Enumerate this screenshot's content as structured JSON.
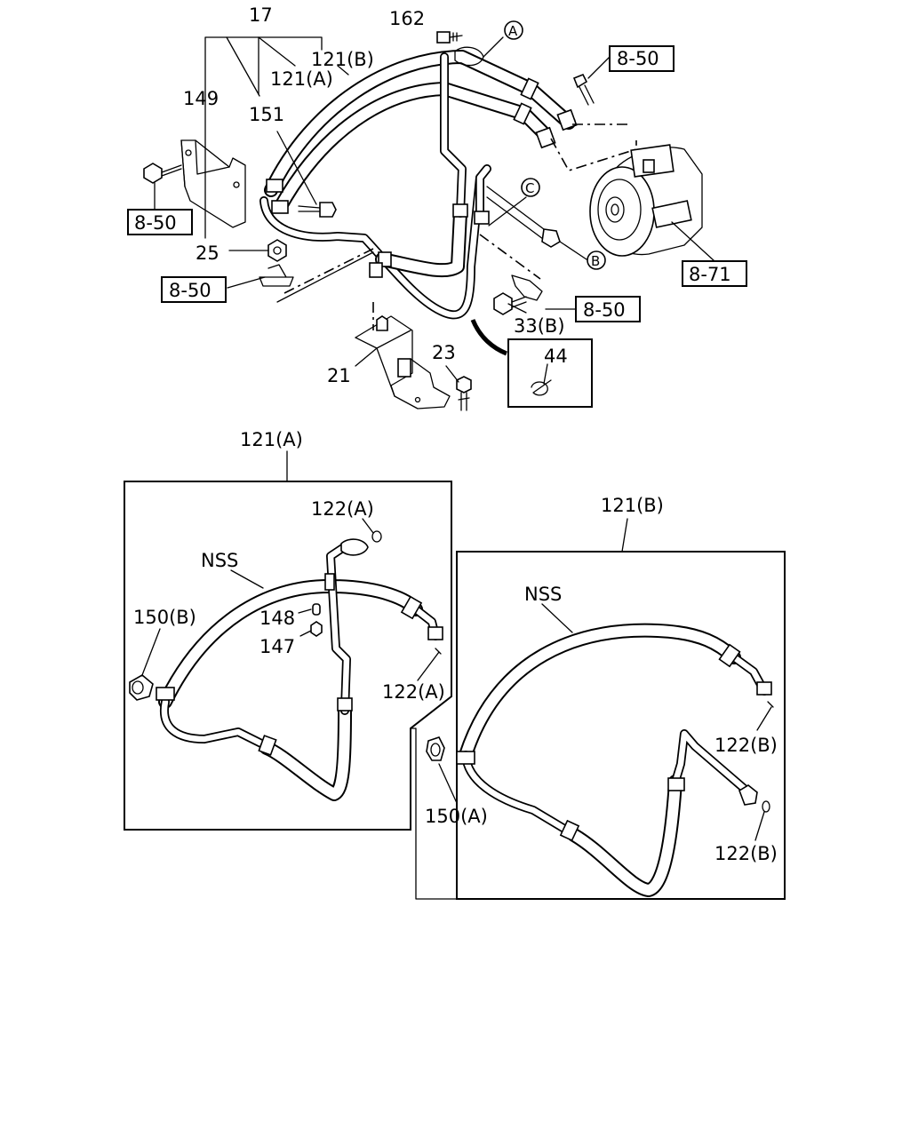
{
  "labels": {
    "l17": "17",
    "l162": "162",
    "l121b_top": "121(B)",
    "l121a_top": "121(A)",
    "l149": "149",
    "l151": "151",
    "l25": "25",
    "l21": "21",
    "l23": "23",
    "l33b": "33(B)",
    "l44": "44",
    "ref_850_a": "8-50",
    "ref_850_b": "8-50",
    "ref_850_c": "8-50",
    "ref_850_d": "8-50",
    "ref_871": "8-71",
    "circle_a": "A",
    "circle_b": "B",
    "circle_c": "C",
    "panel_a_title": "121(A)",
    "pa_122a_top": "122(A)",
    "pa_nss": "NSS",
    "pa_150b": "150(B)",
    "pa_148": "148",
    "pa_147": "147",
    "pa_122a_bottom": "122(A)",
    "panel_b_title": "121(B)",
    "pb_nss": "NSS",
    "pb_122b_top": "122(B)",
    "pb_150a": "150(A)",
    "pb_122b_bottom": "122(B)"
  }
}
